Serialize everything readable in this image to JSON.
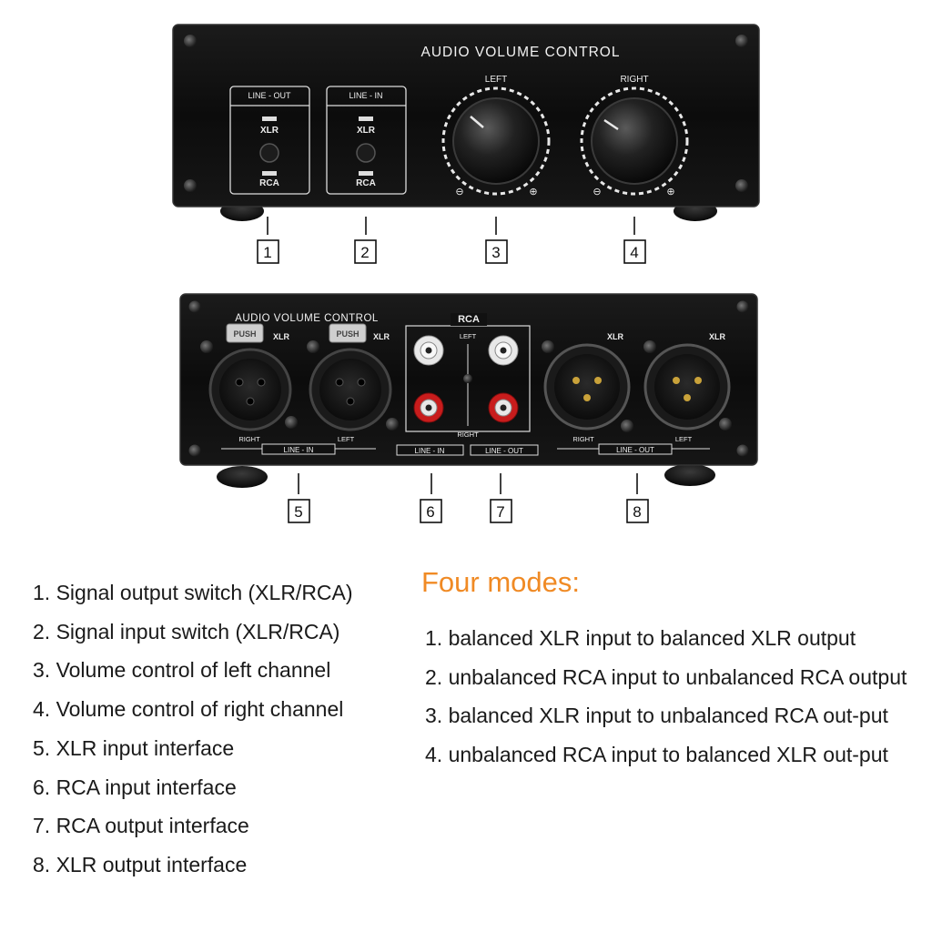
{
  "device": {
    "front_title": "AUDIO VOLUME CONTROL",
    "line_out_label": "LINE - OUT",
    "line_in_label": "LINE - IN",
    "xlr_label": "XLR",
    "rca_label": "RCA",
    "left_label": "LEFT",
    "right_label": "RIGHT",
    "minus_symbol": "⊖",
    "plus_symbol": "⊕",
    "rear_title": "AUDIO VOLUME CONTROL",
    "push_label": "PUSH",
    "rear_rca_header": "RCA",
    "rear_left": "LEFT",
    "rear_right": "RIGHT",
    "rear_line_in": "LINE - IN",
    "rear_line_out": "LINE - OUT",
    "rear_xlr": "XLR"
  },
  "callouts": [
    "1",
    "2",
    "3",
    "4",
    "5",
    "6",
    "7",
    "8"
  ],
  "features": [
    "1. Signal output switch (XLR/RCA)",
    "2. Signal input switch (XLR/RCA)",
    "3. Volume control of left channel",
    "4. Volume control of right channel",
    "5. XLR input interface",
    "6. RCA input interface",
    "7. RCA output interface",
    "8. XLR output interface"
  ],
  "modes": {
    "title": "Four modes:",
    "title_color": "#f08a24",
    "items": [
      "1. balanced XLR input to balanced XLR output",
      "2. unbalanced RCA input to unbalanced RCA output",
      "3. balanced XLR input to unbalanced RCA out-put",
      "4. unbalanced RCA input to balanced XLR out-put"
    ]
  }
}
